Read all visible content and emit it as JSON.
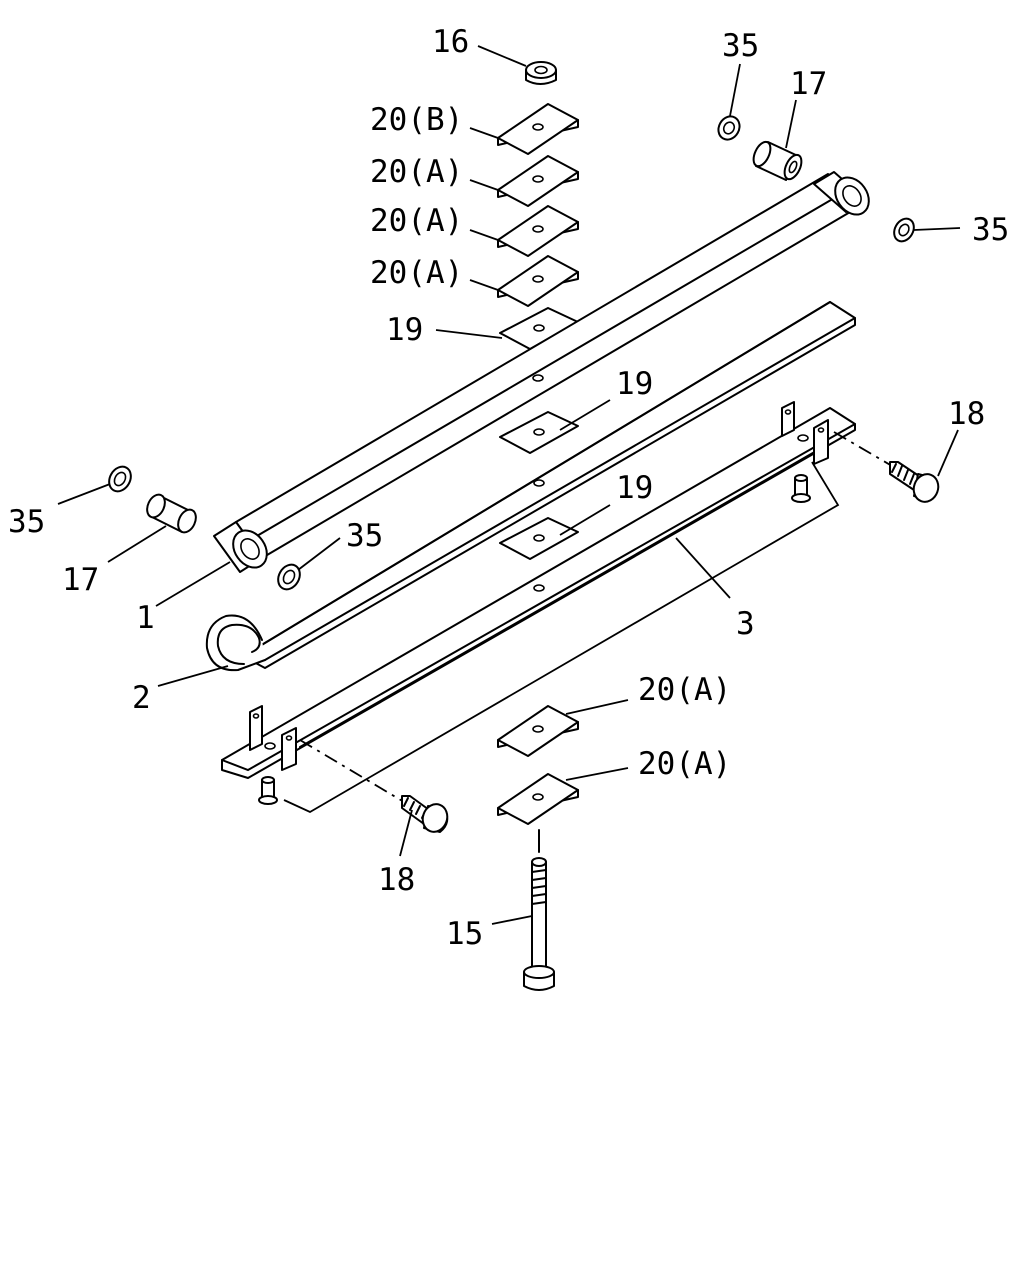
{
  "colors": {
    "ink": "#000000",
    "background": "#ffffff"
  },
  "callouts": {
    "c16": "16",
    "c20b": "20(B)",
    "c20a_1": "20(A)",
    "c20a_2": "20(A)",
    "c20a_3": "20(A)",
    "c19_top": "19",
    "c35_top": "35",
    "c17_top": "17",
    "c35_right": "35",
    "c19_mid": "19",
    "c18_right": "18",
    "c19_low": "19",
    "c35_left": "35",
    "c17_left": "17",
    "c35_mid": "35",
    "c1": "1",
    "c2": "2",
    "c3": "3",
    "c20a_4": "20(A)",
    "c20a_5": "20(A)",
    "c18_bottom": "18",
    "c15": "15"
  }
}
